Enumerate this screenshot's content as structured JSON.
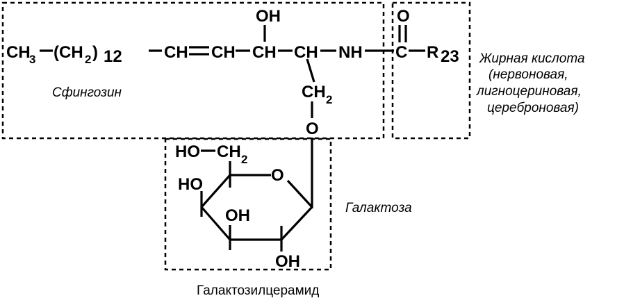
{
  "chain": {
    "ch3": "CH",
    "ch3_sub": "3",
    "ch2_paren": "(CH",
    "ch2_paren_sub": "2",
    "paren_close": ")",
    "count": "12",
    "ch1": "CH",
    "ch2": "CH",
    "ch3b": "CH",
    "ch4": "CH",
    "nh": "NH",
    "c": "C",
    "r": "R",
    "r_sub": "23",
    "oh_top": "OH",
    "o_carbonyl": "O",
    "ch2_link": "CH",
    "ch2_link_sub": "2",
    "o_link": "O"
  },
  "ring": {
    "ho_ch2": "HO",
    "ch2": "CH",
    "ch2_sub": "2",
    "ring_o": "O",
    "ho_left": "HO",
    "oh_mid": "OH",
    "oh_bottom": "OH"
  },
  "labels": {
    "sphingosine": "Сфингозин",
    "fatty_acid_1": "Жирная  кислота",
    "fatty_acid_2": "(нервоновая,",
    "fatty_acid_3": "лигноцериновая,",
    "fatty_acid_4": "цереброновая)",
    "galactose": "Галактоза",
    "caption": "Галактозилцерамид"
  }
}
